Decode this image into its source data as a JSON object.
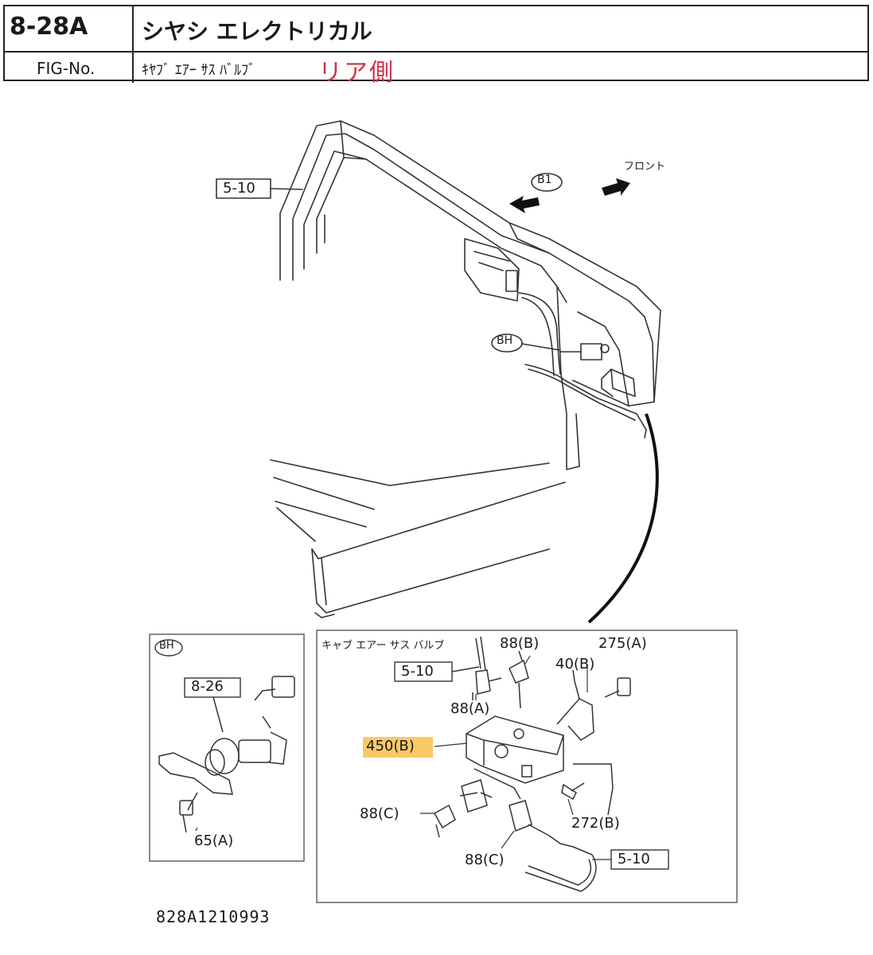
{
  "header": {
    "fig_number": "8-28A",
    "fig_label": "FIG-No.",
    "title": "シヤシ エレクトリカル",
    "subtitle": "ｷﾔﾌﾞ ｴｱｰ ｻｽ ﾊﾞﾙﾌﾞ",
    "handwritten_note": "リア側"
  },
  "main_view": {
    "callouts": [
      "5-10",
      "B1",
      "BH"
    ],
    "front_label": "フロント"
  },
  "detail_bh": {
    "tag": "BH",
    "callouts": [
      "8-26",
      "65(A)"
    ]
  },
  "detail_valve": {
    "heading": "キャブ エアー サス バルブ",
    "callouts": [
      "5-10",
      "88(B)",
      "275(A)",
      "40(B)",
      "88(A)",
      "450(B)",
      "272(B)",
      "88(C)",
      "88(C)",
      "5-10"
    ],
    "highlight_color": "#f7b733"
  },
  "drawing_code": "828A1210993"
}
